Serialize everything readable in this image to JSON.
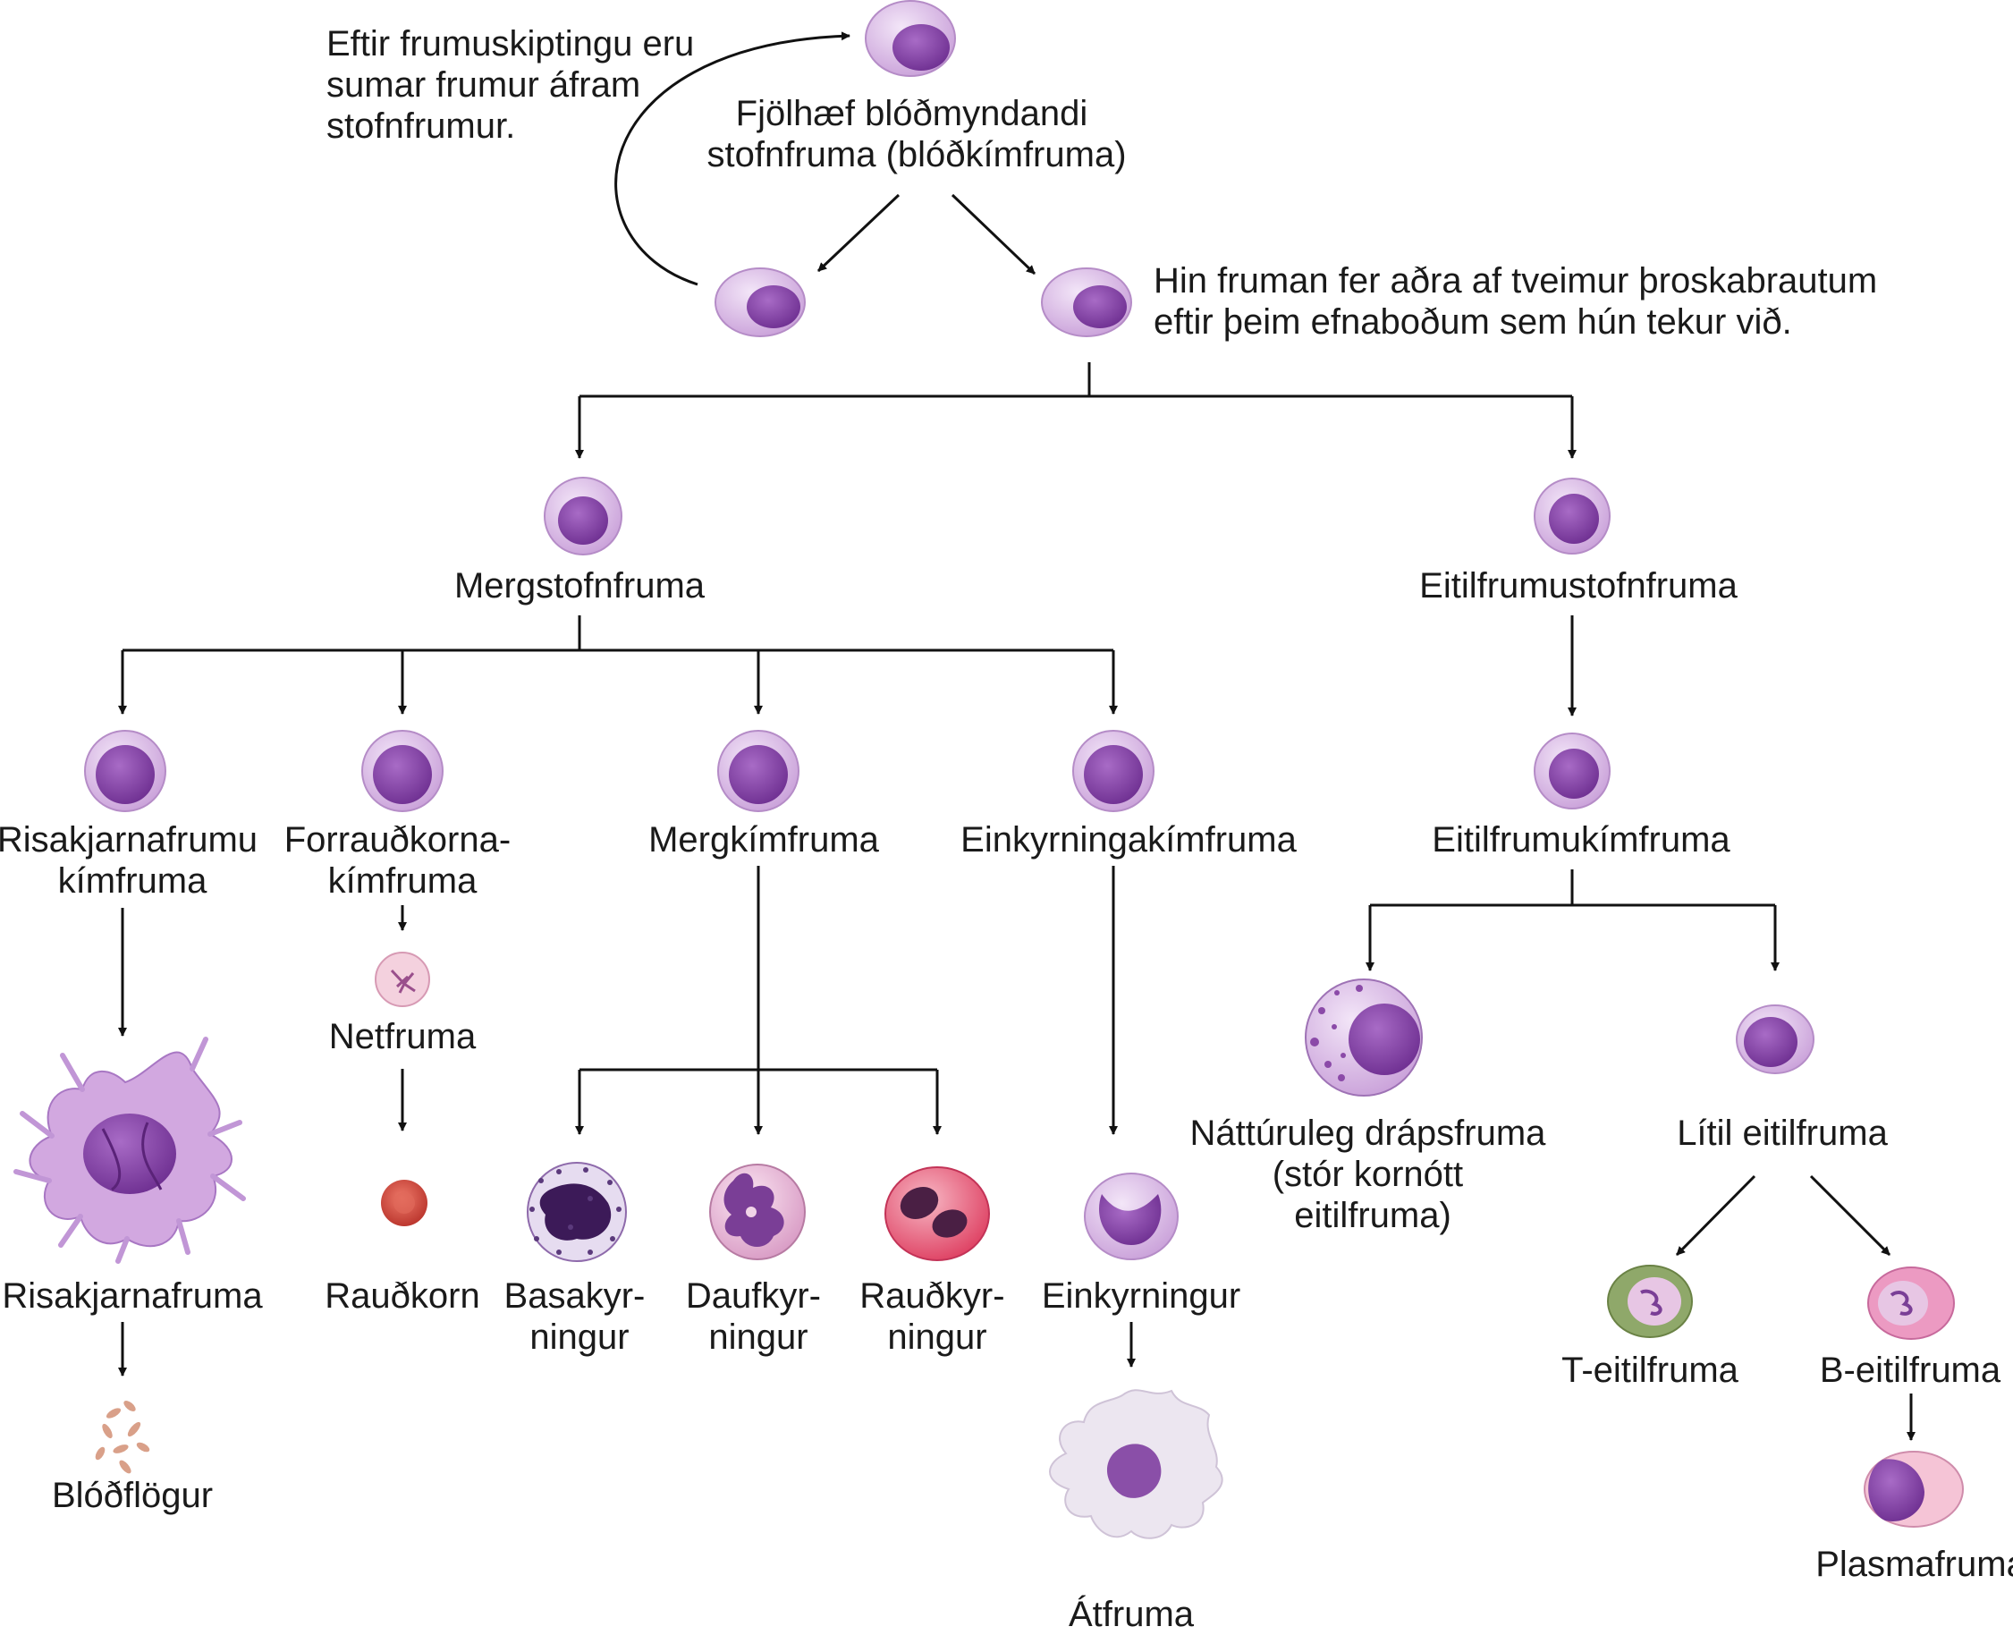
{
  "notes": {
    "self_renewal": [
      "Eftir frumuskiptingu eru",
      "sumar frumur áfram",
      "stofnfrumur."
    ],
    "pathways": [
      "Hin fruman fer aðra af tveimur þroskabrautum",
      "eftir þeim efnaboðum sem hún tekur við."
    ]
  },
  "cells": {
    "hsc": {
      "label": [
        "Fjölhæf blóðmyndandi",
        "stofnfruma (blóðkímfruma)"
      ]
    },
    "myeloid_stem": {
      "label": [
        "Mergstofnfruma"
      ]
    },
    "lymphoid_stem": {
      "label": [
        "Eitilfrumustofnfruma"
      ]
    },
    "megakaryoblast": {
      "label": [
        "Risakjarnafrumu",
        "kímfruma"
      ]
    },
    "proerythroblast": {
      "label": [
        "Forrauðkorna-",
        "kímfruma"
      ]
    },
    "myeloblast": {
      "label": [
        "Mergkímfruma"
      ]
    },
    "monoblast": {
      "label": [
        "Einkyrningakímfruma"
      ]
    },
    "lymphoblast": {
      "label": [
        "Eitilfrumukímfruma"
      ]
    },
    "reticulocyte": {
      "label": [
        "Netfruma"
      ]
    },
    "megakaryocyte": {
      "label": [
        "Risakjarnafruma"
      ]
    },
    "erythrocyte": {
      "label": [
        "Rauðkorn"
      ]
    },
    "basophil": {
      "label": [
        "Basakyr-",
        "ningur"
      ]
    },
    "neutrophil": {
      "label": [
        "Daufkyr-",
        "ningur"
      ]
    },
    "eosinophil": {
      "label": [
        "Rauðkyr-",
        "ningur"
      ]
    },
    "monocyte": {
      "label": [
        "Einkyrningur"
      ]
    },
    "nk_cell": {
      "label": [
        "Náttúruleg drápsfruma",
        "(stór kornótt",
        "eitilfruma)"
      ]
    },
    "small_lymphocyte": {
      "label": [
        "Lítil eitilfruma"
      ]
    },
    "t_cell": {
      "label": [
        "T-eitilfruma"
      ]
    },
    "b_cell": {
      "label": [
        "B-eitilfruma"
      ]
    },
    "platelets": {
      "label": [
        "Blóðflögur"
      ]
    },
    "macrophage": {
      "label": [
        "Átfruma"
      ]
    },
    "plasma_cell": {
      "label": [
        "Plasmafruma"
      ]
    }
  },
  "colors": {
    "line": "#111111",
    "stem_body": "#c9a0d9",
    "stem_nucleus": "#7d3f9f",
    "erythrocyte": "#d0463a",
    "reticulocyte": "#f1c4d4",
    "neutrophil": "#e9b2d6",
    "eosinophil": "#e5546f",
    "t_cell": "#87a060",
    "b_cell": "#e68fb8",
    "macrophage": "#ebe5ee",
    "platelet": "#d79b86"
  }
}
